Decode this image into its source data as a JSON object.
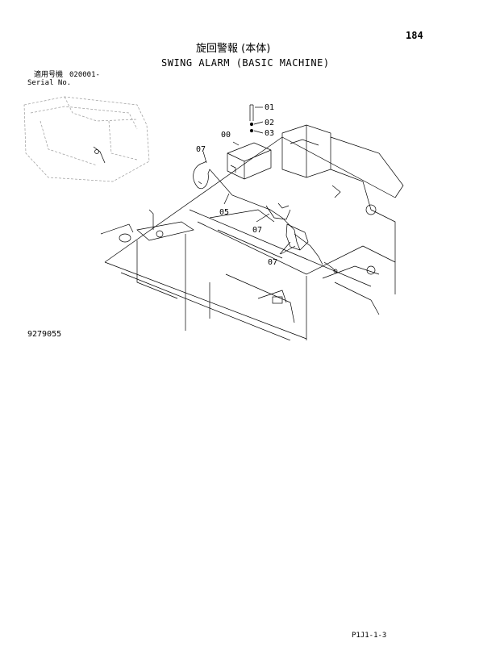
{
  "page": {
    "number": "184",
    "title_jp": "旋回警報 (本体)",
    "title_en": "SWING ALARM (BASIC MACHINE)"
  },
  "serial": {
    "label_jp": "適用号機",
    "value": "020001-",
    "label_en": "Serial No."
  },
  "callouts": {
    "c01": "01",
    "c02": "02",
    "c03": "03",
    "c00": "00",
    "c07a": "07",
    "c05": "05",
    "c07b": "07",
    "c07c": "07"
  },
  "figure_number": "9279055",
  "footer_code": "P1J1-1-3"
}
